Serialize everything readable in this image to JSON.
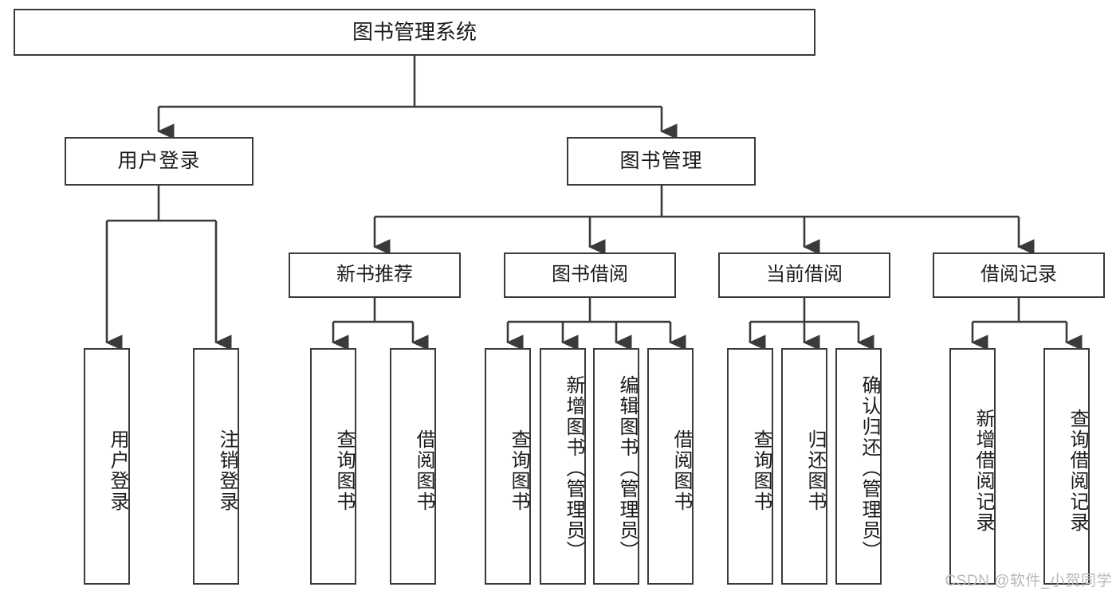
{
  "diagram": {
    "type": "tree-hierarchy-diagram",
    "title": "图书管理系统",
    "style": {
      "box_border_color": "#3a3a3a",
      "box_fill": "#ffffff",
      "line_color": "#3a3a3a",
      "text_color": "#1b1b1b",
      "background": "#ffffff",
      "watermark_color": "#b9b9b9"
    },
    "root": {
      "label": "图书管理系统"
    },
    "level2": [
      {
        "id": "user-login",
        "label": "用户登录"
      },
      {
        "id": "book-management",
        "label": "图书管理"
      }
    ],
    "level3": [
      {
        "id": "new-book-recommend",
        "label": "新书推荐",
        "parent": "book-management"
      },
      {
        "id": "book-borrow",
        "label": "图书借阅",
        "parent": "book-management"
      },
      {
        "id": "current-borrow",
        "label": "当前借阅",
        "parent": "book-management"
      },
      {
        "id": "borrow-record",
        "label": "借阅记录",
        "parent": "book-management"
      }
    ],
    "leaves": [
      {
        "id": "leaf-user-login",
        "label": "用户登录",
        "parent": "user-login"
      },
      {
        "id": "leaf-logout-login",
        "label": "注销登录",
        "parent": "user-login"
      },
      {
        "id": "leaf-query-book-1",
        "label": "查询图书",
        "parent": "new-book-recommend"
      },
      {
        "id": "leaf-borrow-book-1",
        "label": "借阅图书",
        "parent": "new-book-recommend"
      },
      {
        "id": "leaf-query-book-2",
        "label": "查询图书",
        "parent": "book-borrow"
      },
      {
        "id": "leaf-add-book",
        "label": "新增图书（管理员）",
        "parent": "book-borrow"
      },
      {
        "id": "leaf-edit-book",
        "label": "编辑图书（管理员）",
        "parent": "book-borrow"
      },
      {
        "id": "leaf-borrow-book-2",
        "label": "借阅图书",
        "parent": "book-borrow"
      },
      {
        "id": "leaf-query-book-3",
        "label": "查询图书",
        "parent": "current-borrow"
      },
      {
        "id": "leaf-return-book",
        "label": "归还图书",
        "parent": "current-borrow"
      },
      {
        "id": "leaf-confirm-return",
        "label": "确认归还（管理员）",
        "parent": "current-borrow"
      },
      {
        "id": "leaf-add-borrow-record",
        "label": "新增借阅记录",
        "parent": "borrow-record"
      },
      {
        "id": "leaf-query-borrow-record",
        "label": "查询借阅记录",
        "parent": "borrow-record"
      }
    ],
    "watermark": "CSDN @软件_小贺同学"
  }
}
